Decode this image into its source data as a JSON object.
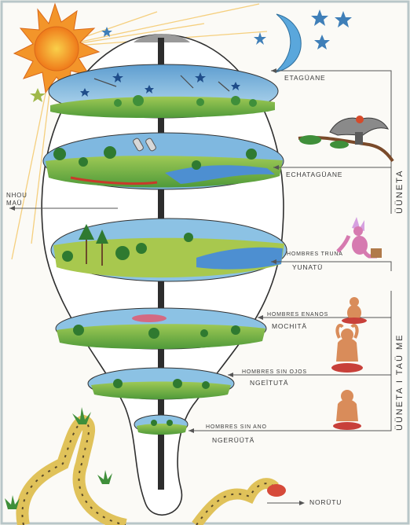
{
  "labels": {
    "etaguane": "ETAGÜANE",
    "echataguane": "ECHATAGÜANE",
    "nhou_mau": "NHOU MAÜ",
    "hombres_truna": "HOMBRES TRUNA",
    "yunatu": "YUNATÜ",
    "hombres_enanos": "HOMBRES ENANOS",
    "mochita": "MOCHITÄ",
    "hombres_sin_ojos": "HOMBRES SIN OJOS",
    "ngeetuta": "NGEÏTUTÄ",
    "hombres_sin_ano": "HOMBRES SIN ANO",
    "ngeruuta": "NGERÜÜTÄ",
    "norutu": "NORÜTU",
    "uuneta": "ÜÜNETA",
    "uuneta_i_tau_me": "ÜÜNETA I TAÜ ME"
  },
  "colors": {
    "sky": "#8ec3e3",
    "land": "#7fb34a",
    "tree": "#3f8f3a",
    "sun": "#f6a21d",
    "moon": "#4aa0d8",
    "star": "#3f7fb8",
    "snake": "#e0c25a",
    "figure": "#d98c5a"
  }
}
